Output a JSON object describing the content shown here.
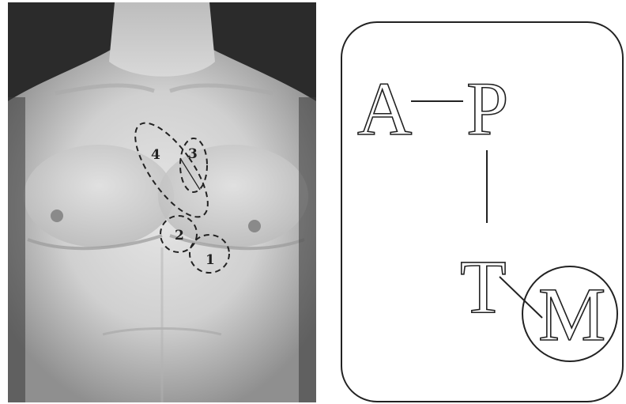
{
  "photo": {
    "zones": [
      {
        "id": "zone-1",
        "label": "1"
      },
      {
        "id": "zone-2",
        "label": "2"
      },
      {
        "id": "zone-3",
        "label": "3"
      },
      {
        "id": "zone-4",
        "label": "4"
      }
    ]
  },
  "diagram": {
    "letters": {
      "a": "A",
      "p": "P",
      "t": "T",
      "m": "M"
    }
  }
}
